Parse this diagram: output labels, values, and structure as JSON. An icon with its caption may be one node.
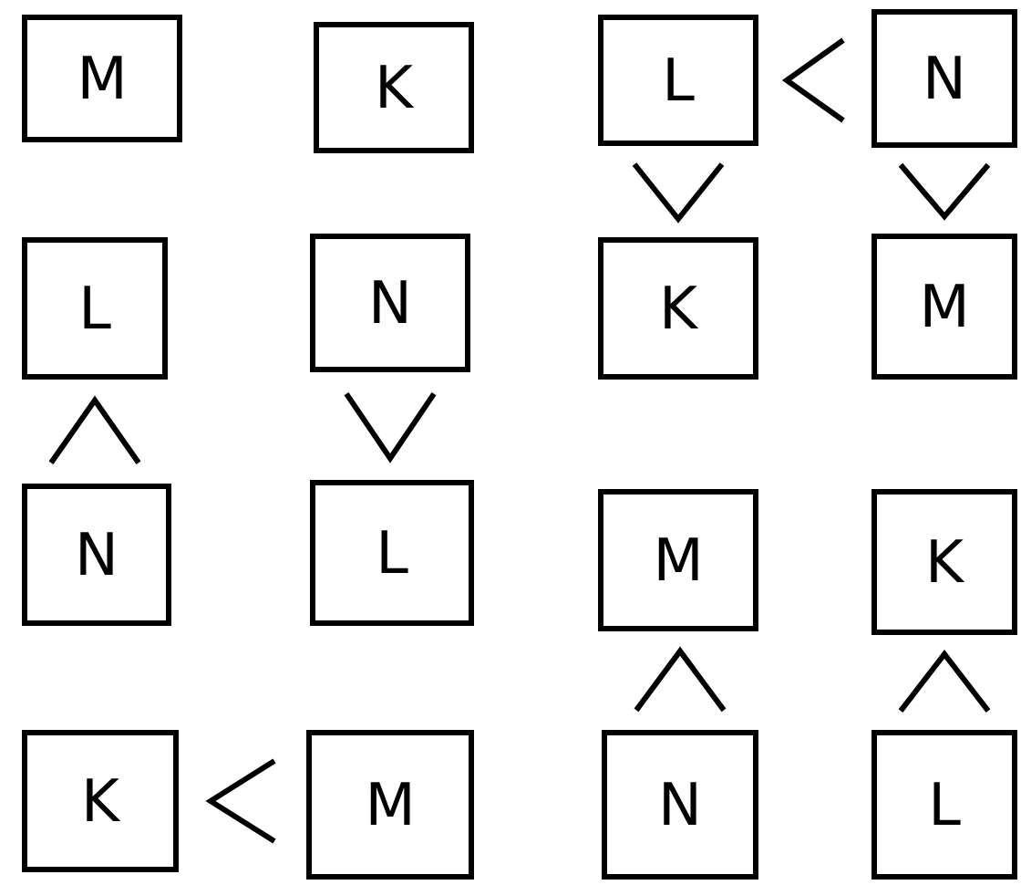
{
  "diagram": {
    "nodes": [
      {
        "text": [
          "M"
        ]
      },
      {
        "text": [
          "K"
        ]
      },
      {
        "text": [
          "L"
        ]
      },
      {
        "text": [
          "N"
        ]
      },
      {
        "text": [
          "L"
        ]
      },
      {
        "text": [
          "N"
        ]
      },
      {
        "text": [
          "K"
        ]
      },
      {
        "text": [
          "M"
        ]
      },
      {
        "text": [
          "N"
        ]
      },
      {
        "text": [
          "L"
        ]
      },
      {
        "text": [
          "M"
        ]
      },
      {
        "text": [
          "K"
        ]
      },
      {
        "text": [
          "K"
        ]
      },
      {
        "text": [
          "M"
        ]
      },
      {
        "text": [
          "N"
        ]
      },
      {
        "text": [
          "L"
        ]
      }
    ],
    "edges": [
      {
        "from": 3,
        "to": 2,
        "arrow": "to"
      },
      {
        "from": 2,
        "to": 6,
        "arrow": "to"
      },
      {
        "from": 3,
        "to": 7,
        "arrow": "to"
      },
      {
        "from": 8,
        "to": 4,
        "arrow": "to"
      },
      {
        "from": 5,
        "to": 9,
        "arrow": "to"
      },
      {
        "from": 14,
        "to": 10,
        "arrow": "to"
      },
      {
        "from": 15,
        "to": 11,
        "arrow": "to"
      },
      {
        "from": 13,
        "to": 12,
        "arrow": "to"
      }
    ]
  }
}
